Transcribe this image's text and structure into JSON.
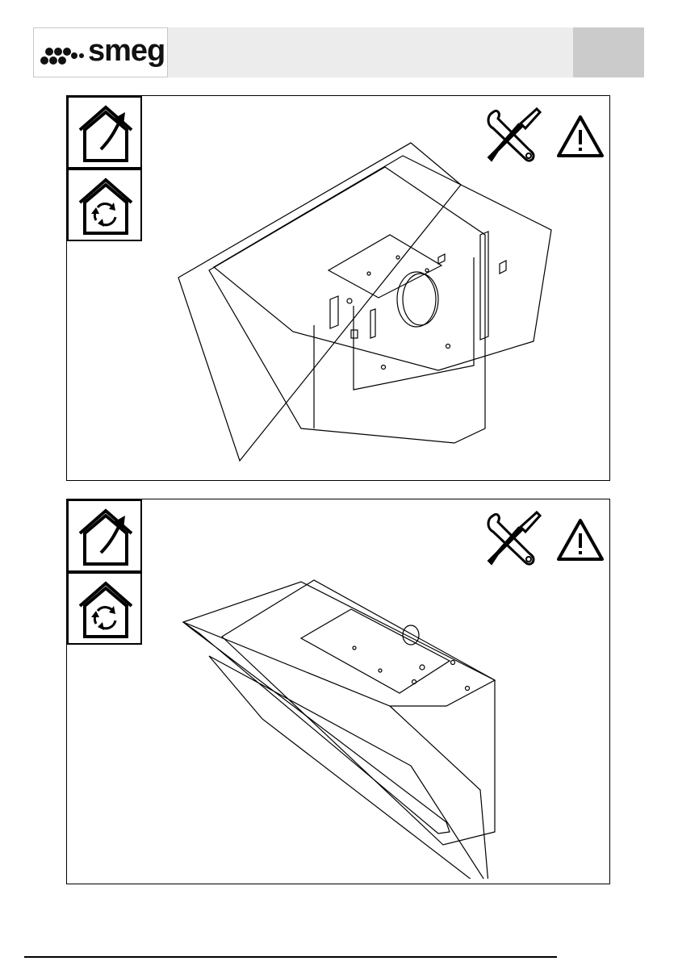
{
  "header": {
    "brand": "smeg",
    "logo_icon": "smeg-dot-cluster-logo",
    "band_color": "#ececec",
    "band_end_color": "#cbcbcb"
  },
  "panels": [
    {
      "id": "step-1",
      "icons": [
        "ducted-mode-icon",
        "recirculation-mode-icon",
        "tools-icon",
        "warning-icon"
      ],
      "drawing": "hood-rear-view-drawing"
    },
    {
      "id": "step-2",
      "icons": [
        "ducted-mode-icon",
        "recirculation-mode-icon",
        "tools-icon",
        "warning-icon"
      ],
      "drawing": "hood-top-view-drawing"
    }
  ]
}
